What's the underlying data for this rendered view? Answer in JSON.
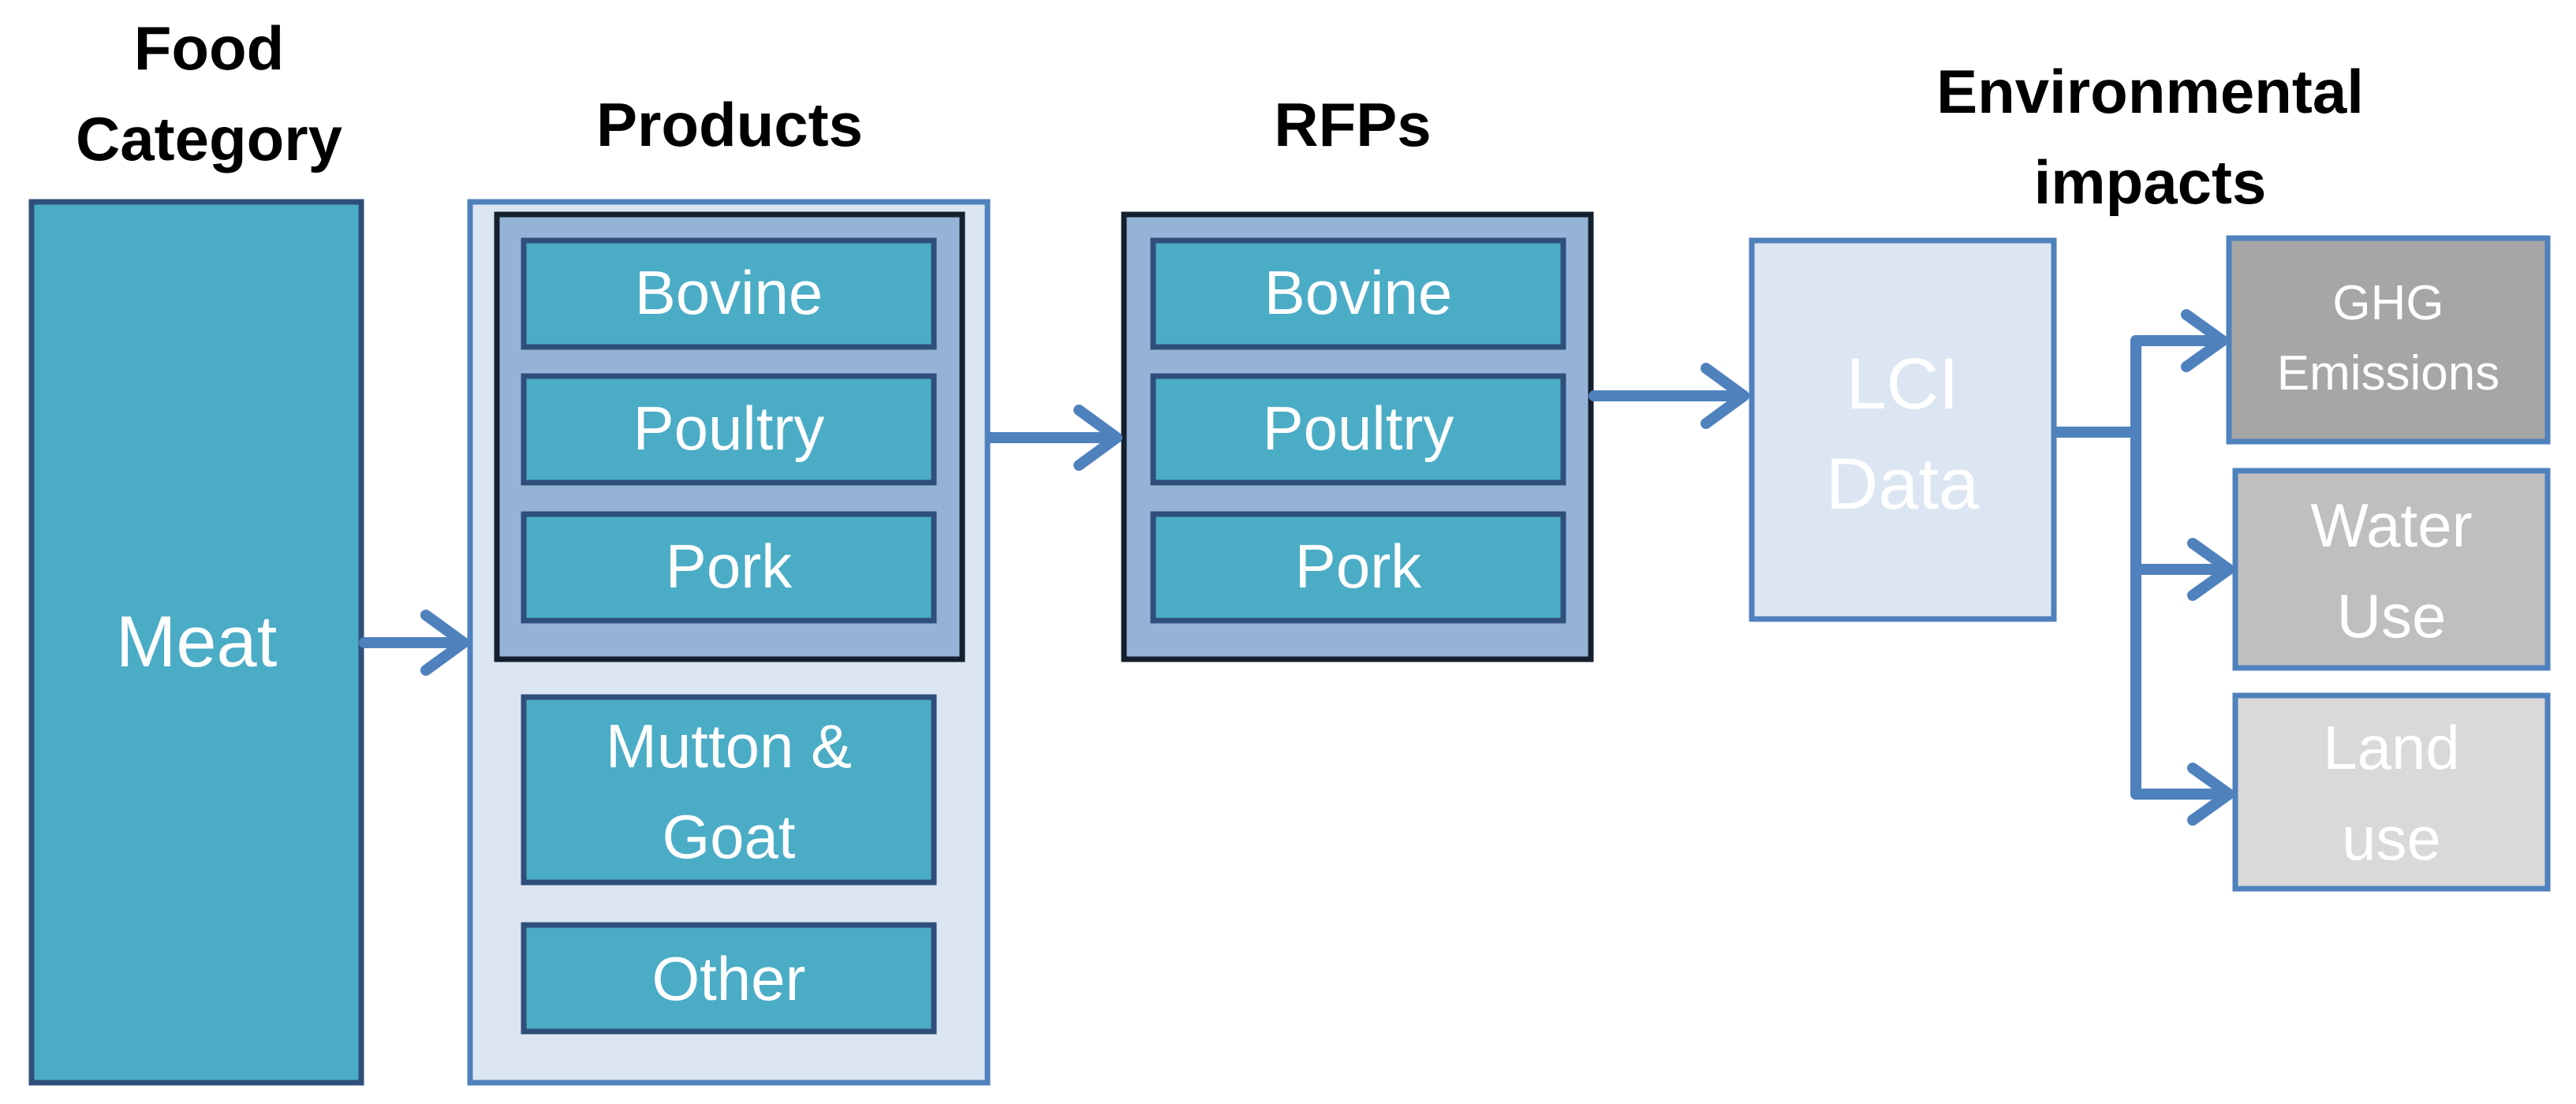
{
  "headers": {
    "food_category_line1": "Food",
    "food_category_line2": "Category",
    "products": "Products",
    "rfps": "RFPs",
    "environmental_line1": "Environmental",
    "environmental_line2": "impacts"
  },
  "food_category": {
    "label": "Meat"
  },
  "products": {
    "grouped": [
      "Bovine",
      "Poultry",
      "Pork"
    ],
    "mutton_line1": "Mutton &",
    "mutton_line2": "Goat",
    "other": "Other"
  },
  "rfps": {
    "items": [
      "Bovine",
      "Poultry",
      "Pork"
    ]
  },
  "lci": {
    "line1": "LCI",
    "line2": "Data"
  },
  "impacts": {
    "ghg_line1": "GHG",
    "ghg_line2": "Emissions",
    "water_line1": "Water",
    "water_line2": "Use",
    "land_line1": "Land",
    "land_line2": "use"
  },
  "colors": {
    "teal": "#4BACC6",
    "dark_border": "#2F4F7A",
    "arrow": "#4F81BD",
    "products_bg": "#DCE6F2",
    "group_bg": "#95B3D7",
    "lci_bg": "#DCE6F2",
    "ghg_bg": "#A6A6A6",
    "water_bg": "#BFBFBF",
    "land_bg": "#D9D9D9"
  }
}
